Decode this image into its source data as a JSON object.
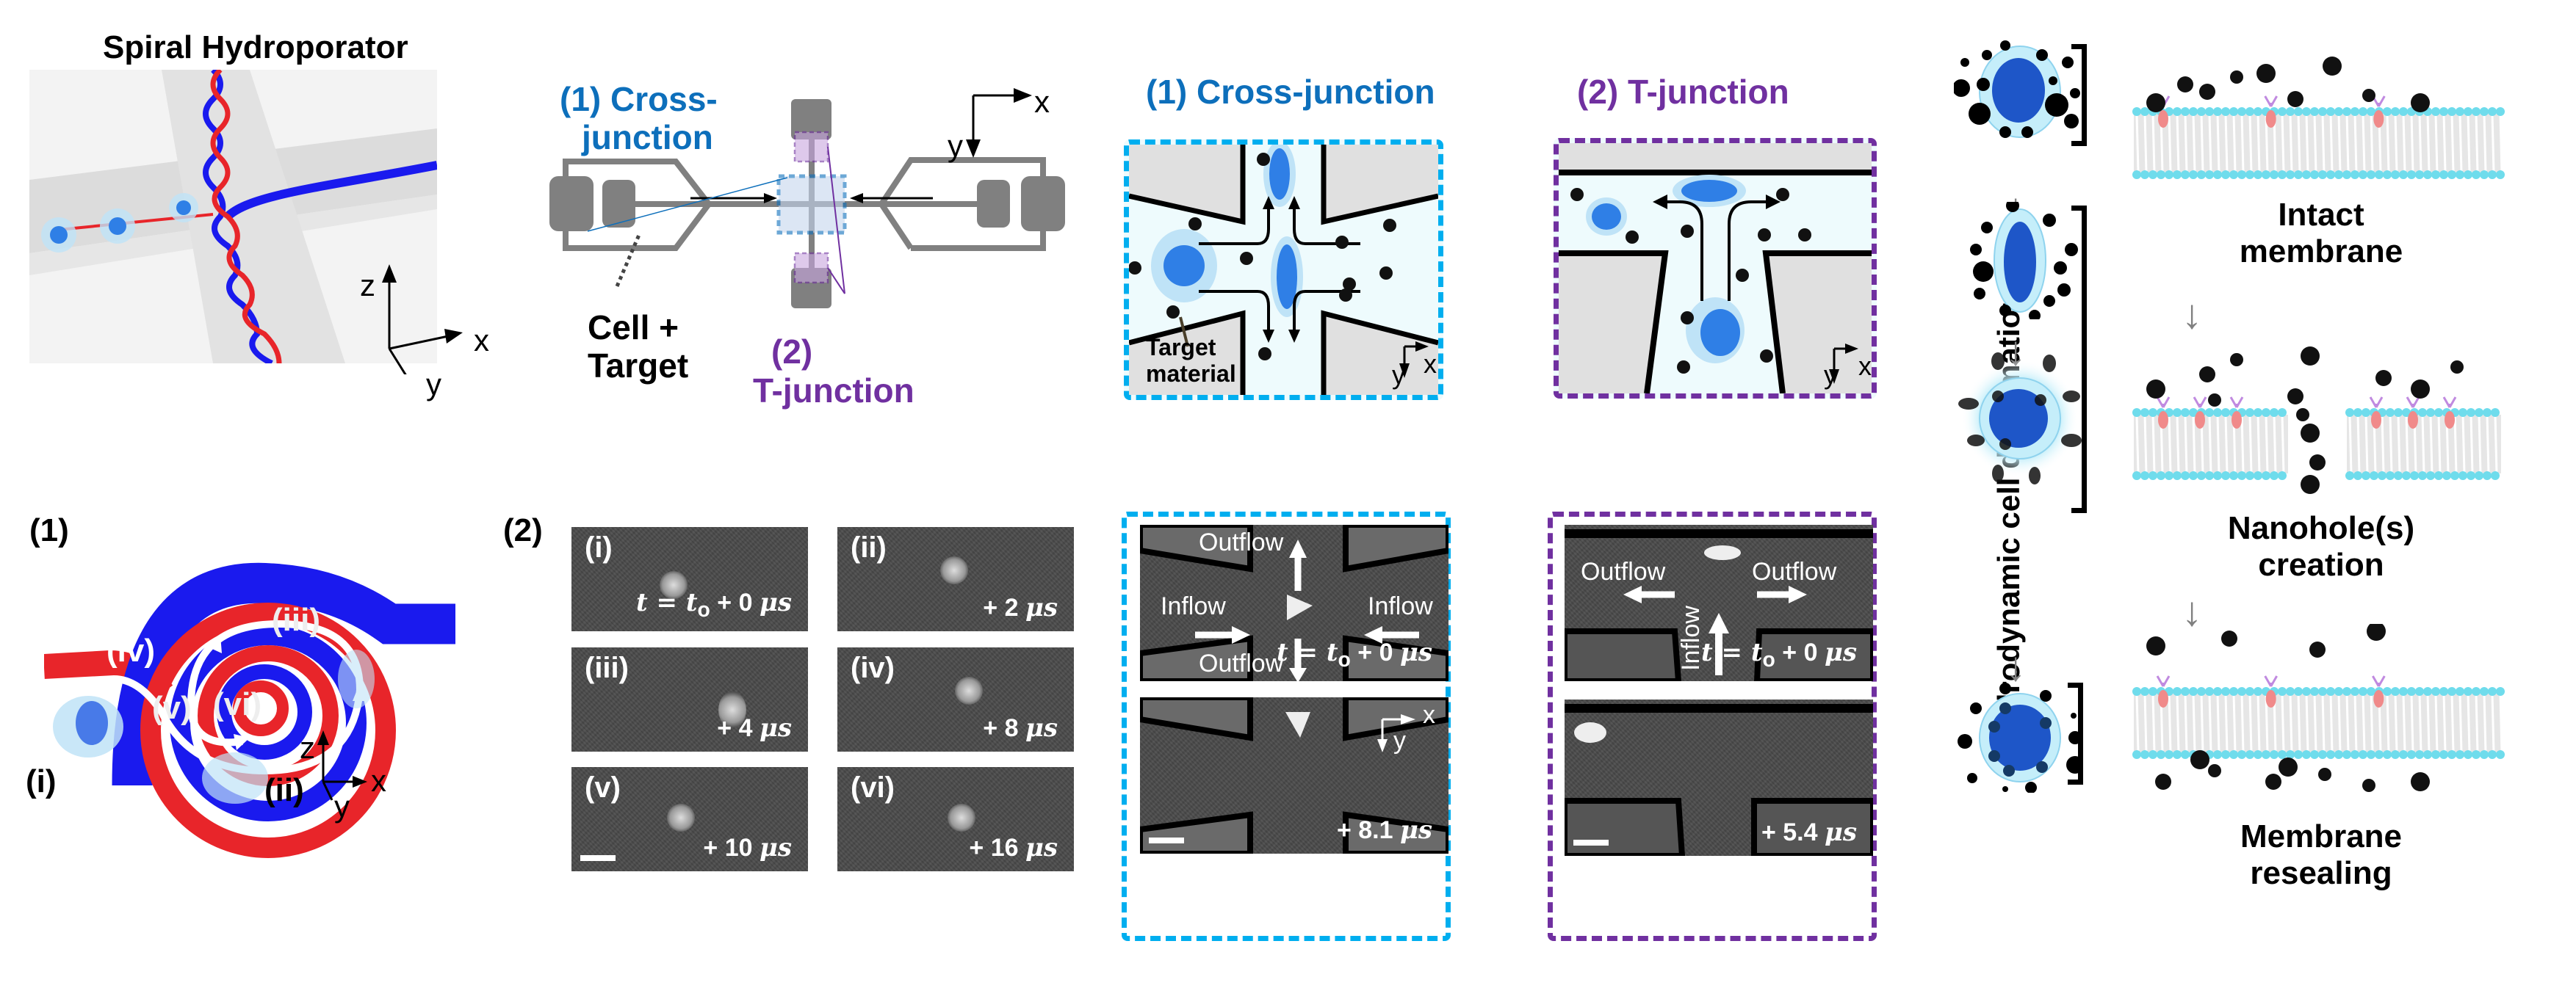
{
  "top_left": {
    "title": "Spiral Hydroporator",
    "axes": {
      "z": "z",
      "x": "x",
      "y": "y"
    }
  },
  "chip": {
    "label_cross_num": "(1)",
    "label_cross_a": "Cross-",
    "label_cross_b": "junction",
    "label_t_num": "(2)",
    "label_t": "T-junction",
    "inlet_label_a": "Cell +",
    "inlet_label_b": "Target",
    "axes": {
      "x": "x",
      "y": "y"
    }
  },
  "cross_schematic": {
    "title": "(1) Cross-junction",
    "target_label_a": "Target",
    "target_label_b": "material",
    "axes": {
      "x": "x",
      "y": "y"
    }
  },
  "t_schematic": {
    "title": "(2) T-junction",
    "axes": {
      "x": "x",
      "y": "y"
    }
  },
  "spiral": {
    "panel_label": "(1)",
    "stage_labels": [
      "(i)",
      "(ii)",
      "(iii)",
      "(iv)",
      "(v)",
      "(vi)"
    ],
    "axes": {
      "z": "z",
      "x": "x",
      "y": "y"
    }
  },
  "timelapse": {
    "panel_label": "(2)",
    "frames": [
      {
        "label": "(i)",
        "time_prefix": "t = t",
        "time_sub": "o",
        "time_suffix": " + 0 ",
        "unit": "μs"
      },
      {
        "label": "(ii)",
        "time_prefix": "",
        "time_sub": "",
        "time_suffix": "+ 2 ",
        "unit": "μs"
      },
      {
        "label": "(iii)",
        "time_prefix": "",
        "time_sub": "",
        "time_suffix": "+ 4 ",
        "unit": "μs"
      },
      {
        "label": "(iv)",
        "time_prefix": "",
        "time_sub": "",
        "time_suffix": "+ 8 ",
        "unit": "μs"
      },
      {
        "label": "(v)",
        "time_prefix": "",
        "time_sub": "",
        "time_suffix": "+ 10 ",
        "unit": "μs"
      },
      {
        "label": "(vi)",
        "time_prefix": "",
        "time_sub": "",
        "time_suffix": "+ 16 ",
        "unit": "μs"
      }
    ]
  },
  "cross_micro": {
    "outflow_top": "Outflow",
    "outflow_bottom": "Outflow",
    "inflow_left": "Inflow",
    "inflow_right": "Inflow",
    "time_top": {
      "prefix": "t = t",
      "sub": "o",
      "suffix": " + 0 ",
      "unit": "μs"
    },
    "time_bottom": {
      "suffix": "+ 8.1 ",
      "unit": "μs"
    },
    "axes": {
      "x": "x",
      "y": "y"
    }
  },
  "t_micro": {
    "outflow_left": "Outflow",
    "outflow_right": "Outflow",
    "inflow": "Inflow",
    "time_top": {
      "prefix": "t = t",
      "sub": "o",
      "suffix": " + 0 ",
      "unit": "μs"
    },
    "time_bottom": {
      "suffix": "+ 5.4 ",
      "unit": "μs"
    }
  },
  "mechanism": {
    "vertical_title": "Hydrodynamic cell deformation",
    "stages": [
      {
        "caption_a": "Intact",
        "caption_b": "membrane"
      },
      {
        "caption_a": "Nanohole(s)",
        "caption_b": "creation"
      },
      {
        "caption_a": "Membrane",
        "caption_b": "resealing"
      }
    ]
  },
  "colors": {
    "cross_blue": "#0d6fbb",
    "dash_blue": "#00aeef",
    "t_purple": "#7030a0",
    "flow_red": "#e8252a",
    "flow_blue": "#1a1aee",
    "cell_blue": "#2f7fe6",
    "lipid_cyan": "#6fdcec"
  }
}
